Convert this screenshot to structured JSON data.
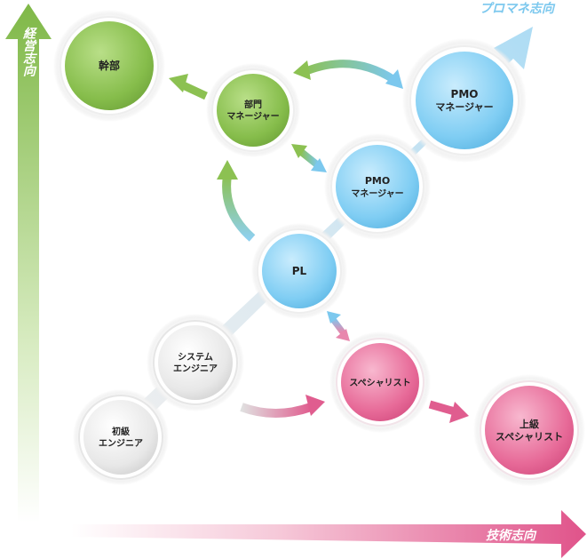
{
  "axes": {
    "vertical_label": "経営志向",
    "horizontal_label": "技術志向",
    "diagonal_label": "プロマネ志向"
  },
  "nodes": {
    "executive": {
      "line1": "幹部",
      "line2": ""
    },
    "dept_manager": {
      "line1": "部門",
      "line2": "マネージャー"
    },
    "pmo_manager_senior": {
      "line1": "PMO",
      "line2": "マネージャー"
    },
    "pmo_manager": {
      "line1": "PMO",
      "line2": "マネージャー"
    },
    "pl": {
      "line1": "PL",
      "line2": ""
    },
    "system_engineer": {
      "line1": "システム",
      "line2": "エンジニア"
    },
    "junior_engineer": {
      "line1": "初級",
      "line2": "エンジニア"
    },
    "specialist": {
      "line1": "スペシャリスト",
      "line2": ""
    },
    "senior_specialist": {
      "line1": "上級",
      "line2": "スペシャリスト"
    }
  },
  "colors": {
    "management_green": "#8cc152",
    "pm_blue": "#7cc8ee",
    "tech_pink": "#e05d8f",
    "gray": "#d0d0d0",
    "diagonal_label": "#7cc8ee"
  }
}
